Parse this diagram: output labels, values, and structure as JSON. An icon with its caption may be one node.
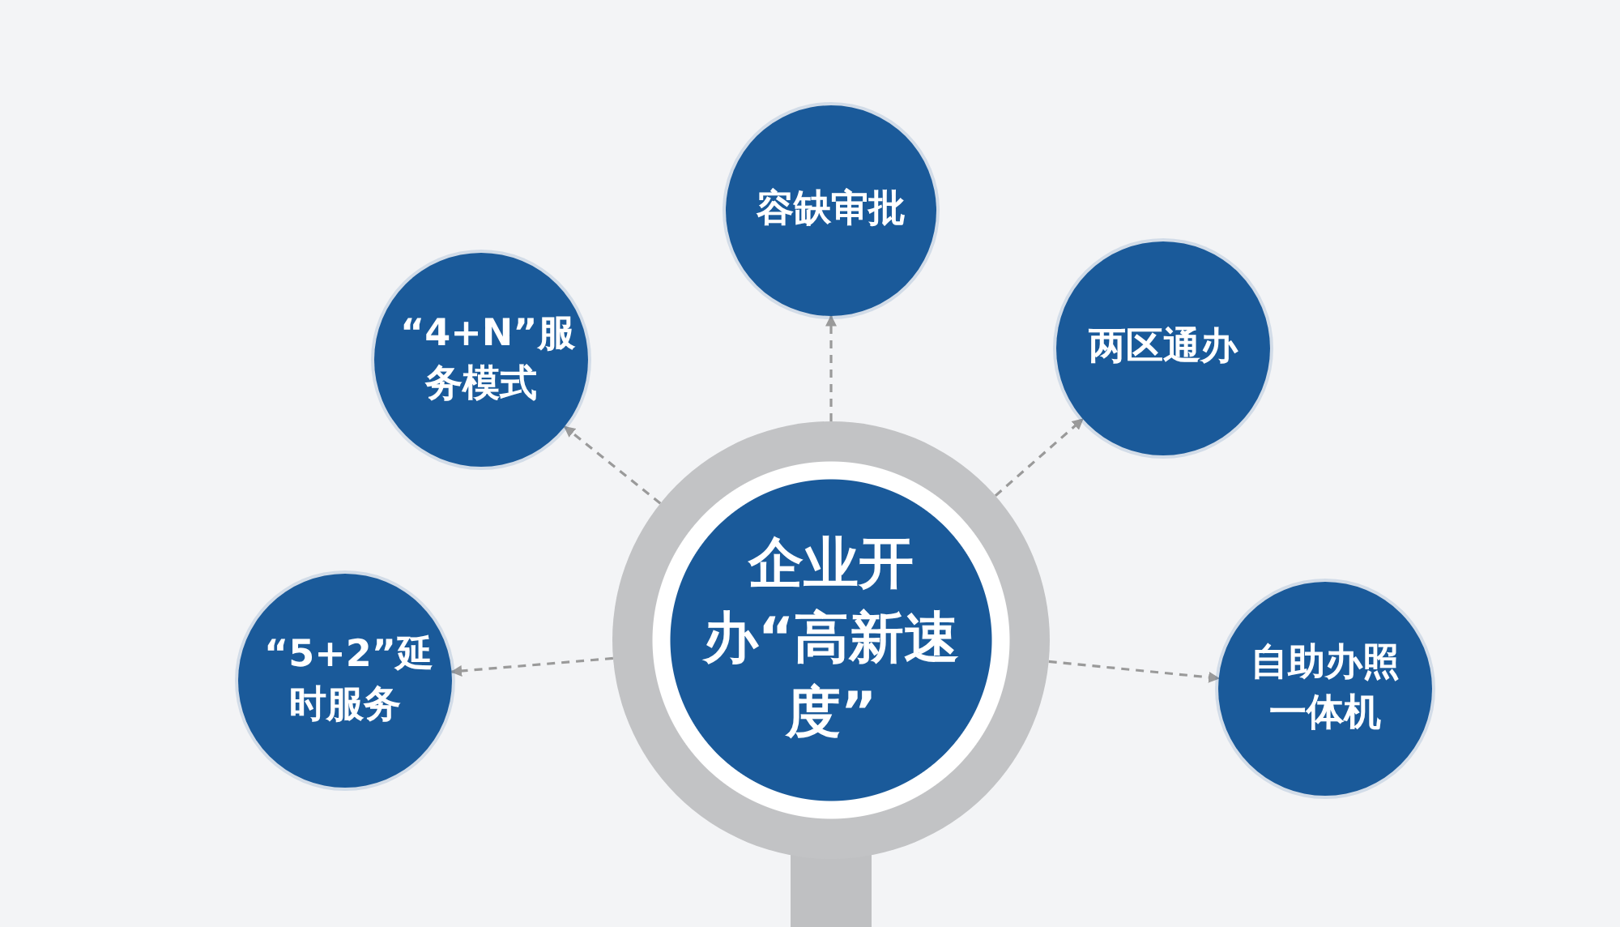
{
  "diagram": {
    "nodes": [
      {
        "text": [
          "企业开办“高新速度”"
        ]
      },
      {
        "text": [
          "容缺审批"
        ]
      },
      {
        "text": [
          "“4+N”服务模式"
        ]
      },
      {
        "text": [
          "两区通办"
        ]
      },
      {
        "text": [
          "“5+2”延时服务"
        ]
      },
      {
        "text": [
          "自助办照一体机"
        ]
      }
    ],
    "edges": [
      {
        "from": 0,
        "to": 1,
        "arrow": "to",
        "style": "dashed"
      },
      {
        "from": 0,
        "to": 2,
        "arrow": "to",
        "style": "dashed"
      },
      {
        "from": 0,
        "to": 3,
        "arrow": "to",
        "style": "dashed"
      },
      {
        "from": 0,
        "to": 4,
        "arrow": "to",
        "style": "dashed"
      },
      {
        "from": 0,
        "to": 5,
        "arrow": "to",
        "style": "dashed"
      }
    ]
  }
}
